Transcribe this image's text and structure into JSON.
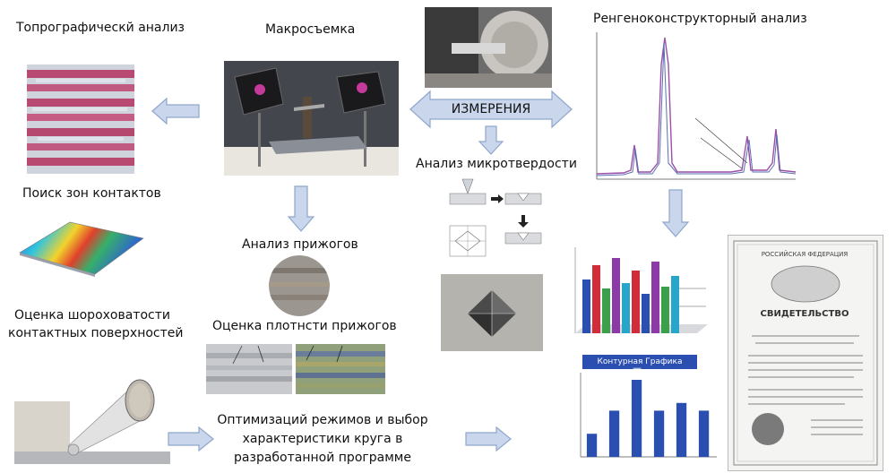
{
  "labels": {
    "topo": "Топрографическй анализ",
    "macro": "Макросъемка",
    "xray": "Ренгеноконструкторный анализ",
    "measure": "ИЗМЕРЕНИЯ",
    "microhard": "Анализ микротвердости",
    "contacts": "Поиск зон контактов",
    "burns": "Анализ прижогов",
    "rough_line1": "Оценка шороховатости",
    "rough_line2": "контактных поверхностей",
    "density": "Оценка плотнсти прижогов",
    "optim_line1": "Оптимизаций режимов и выбор",
    "optim_line2": "характеристики круга в",
    "optim_line3": "разработанной программе",
    "banner": "Контурная Графика",
    "cert_header": "РОССИЙСКАЯ ФЕДЕРАЦИЯ",
    "cert_title": "СВИДЕТЕЛЬСТВО"
  },
  "colors": {
    "arrow_fill": "#c9d6ec",
    "arrow_stroke": "#8fa6cc",
    "bar_blue": "#2a4fb0",
    "bar_red": "#d02c3a",
    "bar_green": "#3aa14a",
    "bar_purple": "#8c3aa6",
    "bar_cyan": "#27a6c9"
  },
  "chart_data": {
    "type": "bar",
    "values": [
      3,
      6,
      10,
      6,
      7,
      6
    ]
  }
}
